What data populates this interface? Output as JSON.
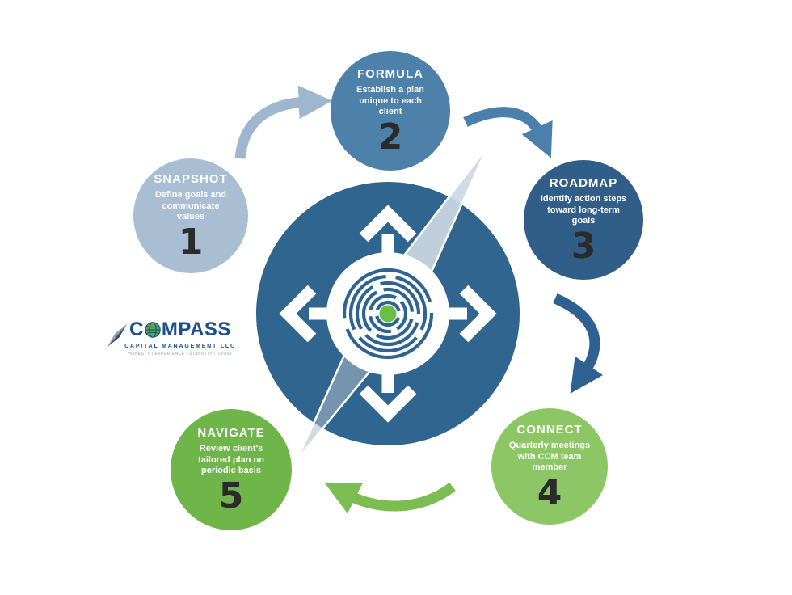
{
  "logo": {
    "name": "COMPASS",
    "wordmark_pre": "C",
    "wordmark_post": "MPASS",
    "subtitle": "CAPITAL MANAGEMENT LLC",
    "tagline": "HONESTY  |  EXPERIENCE  |  STABILITY  |  TRUST",
    "accent_blue": "#1d4f8f",
    "globe_green": "#5aad43"
  },
  "steps": [
    {
      "id": "snapshot",
      "title": "SNAPSHOT",
      "description": "Define goals and communicate values",
      "number": "1",
      "color": "#a9bed3"
    },
    {
      "id": "formula",
      "title": "FORMULA",
      "description": "Establish a plan unique to each client",
      "number": "2",
      "color": "#4d81aa"
    },
    {
      "id": "roadmap",
      "title": "ROADMAP",
      "description": "Identify action steps toward long-term goals",
      "number": "3",
      "color": "#315e89"
    },
    {
      "id": "connect",
      "title": "CONNECT",
      "description": "Quarterly meetings with CCM team member",
      "number": "4",
      "color": "#8dc765"
    },
    {
      "id": "navigate",
      "title": "NAVIGATE",
      "description": "Review client's tailored plan on periodic basis",
      "number": "5",
      "color": "#6fb54a"
    }
  ],
  "number_color": "#2b2b2b",
  "center": {
    "circle_color": "#30658f",
    "needle_light": "#ccd8e3",
    "needle_dark": "#aebdcb",
    "maze_color": "#2f6492",
    "dot_color": "#6abf47"
  },
  "arrows": [
    {
      "from": "snapshot",
      "to": "formula",
      "color": "#9eb7ce"
    },
    {
      "from": "formula",
      "to": "roadmap",
      "color": "#4a80ab"
    },
    {
      "from": "roadmap",
      "to": "connect",
      "color": "#2e6190"
    },
    {
      "from": "connect",
      "to": "navigate",
      "color": "#7cbd51"
    }
  ]
}
